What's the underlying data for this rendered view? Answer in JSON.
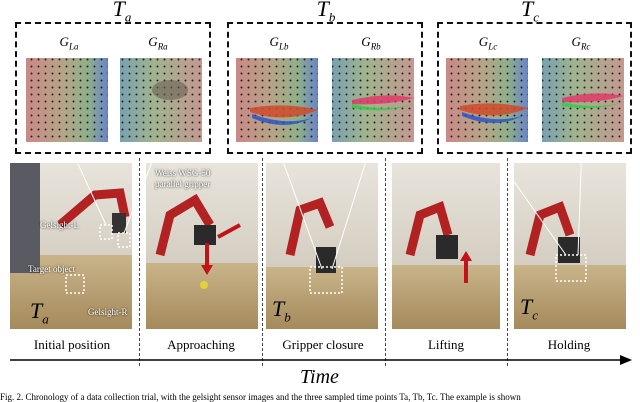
{
  "phases": {
    "ta": "T",
    "ta_sub": "a",
    "tb": "T",
    "tb_sub": "b",
    "tc": "T",
    "tc_sub": "c"
  },
  "gelsight_labels": {
    "la": "G",
    "la_sub": "La",
    "ra": "G",
    "ra_sub": "Ra",
    "lb": "G",
    "lb_sub": "Lb",
    "rb": "G",
    "rb_sub": "Rb",
    "lc": "G",
    "lc_sub": "Lc",
    "rc": "G",
    "rc_sub": "Rc"
  },
  "photo_annotations": {
    "gelsight_l": "Gelsight-L",
    "gelsight_r": "Gelsight-R",
    "target_object": "Target object",
    "gripper_line1": "Weiss WSG-50",
    "gripper_line2": "parallel gripper"
  },
  "photo_corner_labels": {
    "a": "T",
    "a_sub": "a",
    "b": "T",
    "b_sub": "b",
    "c": "T",
    "c_sub": "c"
  },
  "captions": [
    "Initial position",
    "Approaching",
    "Gripper closure",
    "Lifting",
    "Holding"
  ],
  "time_axis": "Time",
  "footer_text": "Fig. 2. Chronology of a data collection trial, with the gelsight sensor images and the three sampled time points Ta, Tb, Tc. The example is shown"
}
